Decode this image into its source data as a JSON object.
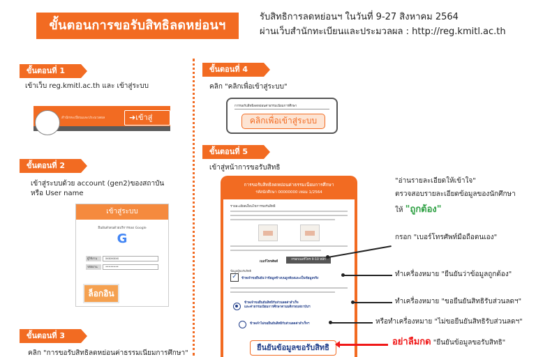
{
  "header": {
    "title": "ขั้นตอนการขอรับสิทธิลดหย่อนฯ",
    "subtitle_line1": "รับสิทธิการลดหย่อนฯ ในวันที่ 9-27 สิงหาคม 2564",
    "subtitle_line2": "ผ่านเว็บสำนักทะเบียนและประมวลผล : http://reg.kmitl.ac.th"
  },
  "steps": {
    "step1": {
      "label": "ขั้นตอนที่ 1",
      "desc": "เข้าเว็บ reg.kmitl.ac.th และ เข้าสู่ระบบ",
      "bar_text": "สำนักทะเบียนและประมวลผล",
      "login_button": "เข้าสู่ระบบ"
    },
    "step2": {
      "label": "ขั้นตอนที่ 2",
      "desc_line1": "เข้าสู่ระบบด้วย account (gen2)ของสถาบัน",
      "desc_line2": "หรือ User name",
      "card_header": "เข้าสู่ระบบ",
      "card_hint": "ยืนยันตัวตนด้วยบริการของ Google",
      "google_letter": "G",
      "user_label": "ผู้ใช้งาน",
      "user_value": "xxxxxxxx",
      "pass_label": "รหัสผ่าน",
      "pass_value": "••••••••",
      "login_button": "ล็อกอิน"
    },
    "step3": {
      "label": "ขั้นตอนที่ 3",
      "desc": "คลิก \"การขอรับสิทธิลดหย่อนค่าธรรมเนียมการศึกษา\""
    },
    "step4": {
      "label": "ขั้นตอนที่ 4",
      "desc": "คลิก \"คลิกเพื่อเข้าสู่ระบบ\"",
      "mini_text": "การขอรับสิทธิลดหย่อนค่าธรรมเนียมการศึกษา",
      "button": "คลิกเพื่อเข้าสู่ระบบ"
    },
    "step5": {
      "label": "ขั้นตอนที่ 5",
      "desc": "เข้าสู่หน้าการขอรับสิทธิ",
      "form_title": "การขอรับสิทธิลดหย่อนค่าธรรมเนียมการศึกษา",
      "form_subtitle": "รหัสนักศึกษา 00000000 เทอม 1/2564",
      "section_title": "รายละเอียดเงื่อนไขการขอรับสิทธิ",
      "phone_label": "เบอร์โทรศัพท์",
      "phone_value": "กรอกเบอร์โทร 9-10 หลัก",
      "check_section": "ข้อมูลผู้ขอรับสิทธิ",
      "check_text": "ข้าพเจ้าขอยืนยันว่าข้อมูลข้างบนถูกต้องและเป็นข้อมูลจริง",
      "radio1_line1": "ข้าพเจ้าขอยืนยันสิทธิรับส่วนลดค่าสำเร็จ",
      "radio1_line2": "และค่าธรรมเนียมการศึกษาตามมติกรอบสถาบันฯ",
      "radio2": "ข้าพเจ้าไม่ขอยืนยันสิทธิรับส่วนลดค่าสำเร็จฯ",
      "submit_button": "ยืนยันข้อมูลขอรับสิทธิ"
    }
  },
  "annotations": {
    "read_details": "\"อ่านรายละเอียดให้เข้าใจ\"",
    "verify_info": "ตรวจสอบรายละเอียดข้อมูลของนักศึกษา",
    "make_correct_prefix": "ให้",
    "make_correct_emph": "\"ถูกต้อง\"",
    "fill_phone": "กรอก \"เบอร์โทรศัพท์มือถือตนเอง\"",
    "check_confirm": "ทำเครื่องหมาย \"ยืนยันว่าข้อมูลถูกต้อง\"",
    "check_claim": "ทำเครื่องหมาย \"ขอยืนยันสิทธิรับส่วนลดฯ\"",
    "check_decline": "หรือทำเครื่องหมาย \"ไม่ขอยืนยันสิทธิรับส่วนลดฯ\"",
    "dont_forget_emph": "อย่าลืมกด",
    "dont_forget_rest": "\"ยืนยันข้อมูลขอรับสิทธิ\""
  },
  "colors": {
    "accent": "#f26b22",
    "navy": "#1f3c88",
    "green": "#2ea043",
    "red": "#f01818"
  }
}
